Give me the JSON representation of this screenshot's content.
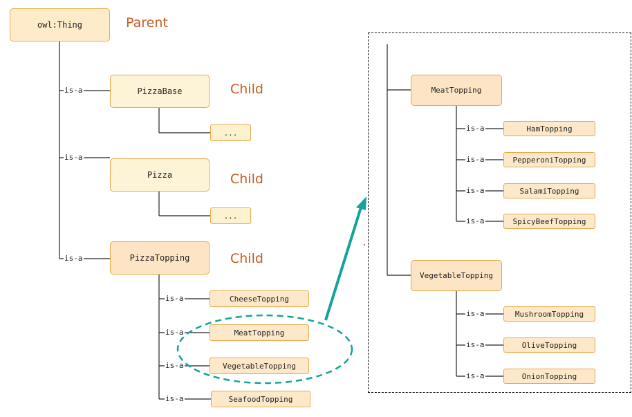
{
  "relation_label": "is-a",
  "roles": {
    "parent": "Parent",
    "child": "Child"
  },
  "left_tree": {
    "root": "owl:Thing",
    "children": [
      "PizzaBase",
      "Pizza",
      "PizzaTopping"
    ],
    "ellipsis": "...",
    "topping_children": [
      "CheeseTopping",
      "MeatTopping",
      "VegetableTopping",
      "SeafoodTopping"
    ]
  },
  "right_tree": {
    "meat": {
      "label": "MeatTopping",
      "children": [
        "HamTopping",
        "PepperoniTopping",
        "SalamiTopping",
        "SpicyBeefTopping"
      ]
    },
    "vegetable": {
      "label": "VegetableTopping",
      "children": [
        "MushroomTopping",
        "OliveTopping",
        "OnionTopping"
      ]
    }
  },
  "colors": {
    "node_border": "#e8a94a",
    "role_text": "#c65a1e",
    "highlight": "#13a39a"
  }
}
